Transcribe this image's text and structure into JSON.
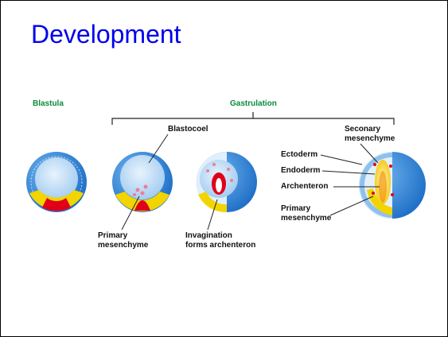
{
  "slide": {
    "title": "Development"
  },
  "diagram": {
    "header_blastula": "Blastula",
    "header_gastrulation": "Gastrulation",
    "label_blastocoel": "Blastocoel",
    "label_secondary_mesenchyme": [
      "Seconary",
      "mesenchyme"
    ],
    "label_ectoderm": "Ectoderm",
    "label_endoderm": "Endoderm",
    "label_archenteron": "Archenteron",
    "label_primary_mesenchyme_right": [
      "Primary",
      "mesenchyme"
    ],
    "label_primary_mesenchyme_left": [
      "Primary",
      "mesenchyme"
    ],
    "label_invagination": [
      "Invagination",
      "forms archenteron"
    ],
    "colors": {
      "ectoderm_blue": "#2a7fd4",
      "blastocoel_light": "#cfe7fb",
      "endoderm_yellow": "#f2d400",
      "vegetal_red": "#e0001a",
      "header_green": "#0a8a3a",
      "title_blue": "#0000ee"
    }
  }
}
